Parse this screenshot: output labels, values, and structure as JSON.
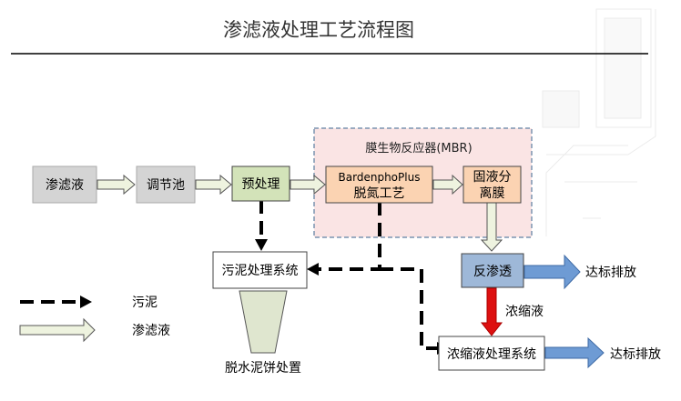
{
  "title": "渗滤液处理工艺流程图",
  "nodes": {
    "leachate": "渗滤液",
    "regulating_tank": "调节池",
    "pretreatment": "预处理",
    "bardenpho_line1": "BardenphoPlus",
    "bardenpho_line2": "脱氮工艺",
    "separation_line1": "固液分",
    "separation_line2": "离膜",
    "reverse_osmosis": "反渗透",
    "sludge_system": "污泥处理系统",
    "concentrate_system": "浓缩液处理系统"
  },
  "mbr_label": "膜生物反应器(MBR)",
  "labels": {
    "discharge_top": "达标排放",
    "discharge_bottom": "达标排放",
    "concentrate": "浓缩液",
    "sludge_cake": "脱水泥饼处置"
  },
  "legend": {
    "sludge": "污泥",
    "leachate": "渗滤液"
  },
  "colors": {
    "gray_box": "#d4d4d4",
    "green_box": "#d3e3b9",
    "orange_box": "#fbd3b2",
    "blue_box": "#9eb8d8",
    "mbr_fill": "#fae4e4",
    "blue_arrow": "#6e9bd4",
    "red_arrow": "#dd1010",
    "flow_arrow": "#eef3df",
    "sludge_arrow": "#dfe6cf"
  }
}
